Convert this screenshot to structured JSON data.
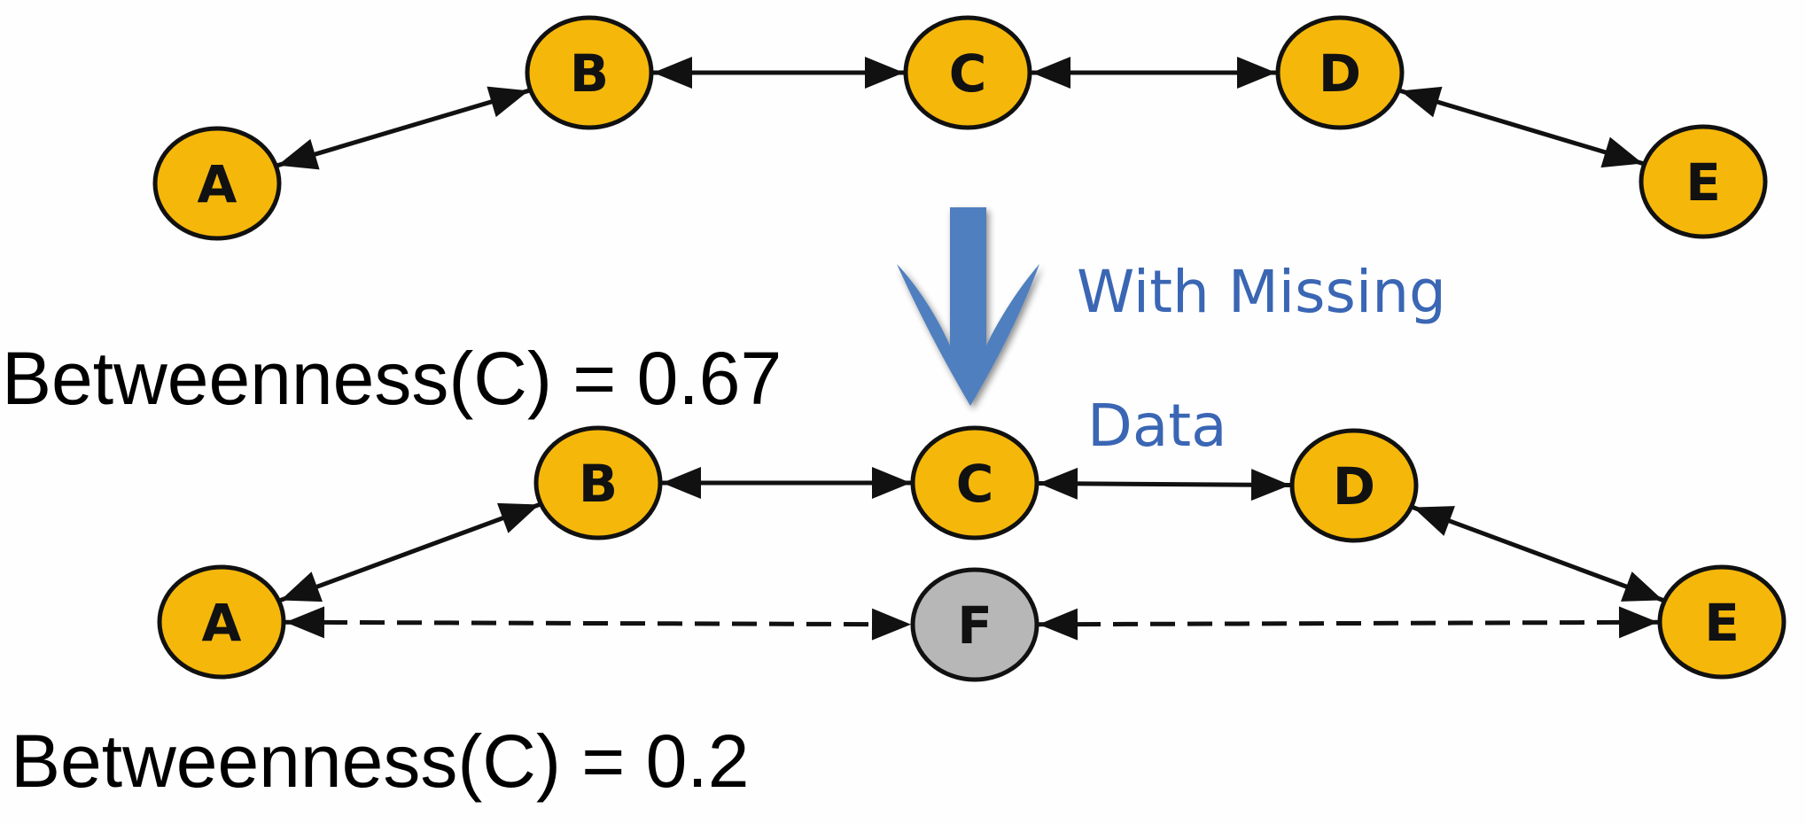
{
  "diagram": {
    "arrow_label_line1": "With Missing",
    "arrow_label_line2": "Data",
    "colors": {
      "node_fill": "#f5b70a",
      "missing_node_fill": "#b7b7b7",
      "node_stroke": "#111111",
      "edge": "#111111",
      "arrow_blue": "#4f7fbe",
      "annotation_text": "#3a66b4",
      "metric_text": "#000000"
    },
    "top_network": {
      "metric": "Betweenness(C) = 0.67",
      "nodes": [
        {
          "id": "A",
          "label": "A"
        },
        {
          "id": "B",
          "label": "B"
        },
        {
          "id": "C",
          "label": "C"
        },
        {
          "id": "D",
          "label": "D"
        },
        {
          "id": "E",
          "label": "E"
        }
      ],
      "edges": [
        {
          "from": "A",
          "to": "B",
          "style": "solid",
          "directed": "both"
        },
        {
          "from": "B",
          "to": "C",
          "style": "solid",
          "directed": "both"
        },
        {
          "from": "C",
          "to": "D",
          "style": "solid",
          "directed": "both"
        },
        {
          "from": "D",
          "to": "E",
          "style": "solid",
          "directed": "both"
        }
      ]
    },
    "bottom_network": {
      "metric": "Betweenness(C) = 0.2",
      "nodes": [
        {
          "id": "A",
          "label": "A"
        },
        {
          "id": "B",
          "label": "B"
        },
        {
          "id": "C",
          "label": "C"
        },
        {
          "id": "D",
          "label": "D"
        },
        {
          "id": "E",
          "label": "E"
        },
        {
          "id": "F",
          "label": "F",
          "missing": true
        }
      ],
      "edges": [
        {
          "from": "A",
          "to": "B",
          "style": "solid",
          "directed": "both"
        },
        {
          "from": "B",
          "to": "C",
          "style": "solid",
          "directed": "both"
        },
        {
          "from": "C",
          "to": "D",
          "style": "solid",
          "directed": "both"
        },
        {
          "from": "D",
          "to": "E",
          "style": "solid",
          "directed": "both"
        },
        {
          "from": "A",
          "to": "F",
          "style": "dashed",
          "directed": "both"
        },
        {
          "from": "F",
          "to": "E",
          "style": "dashed",
          "directed": "both"
        }
      ]
    }
  }
}
